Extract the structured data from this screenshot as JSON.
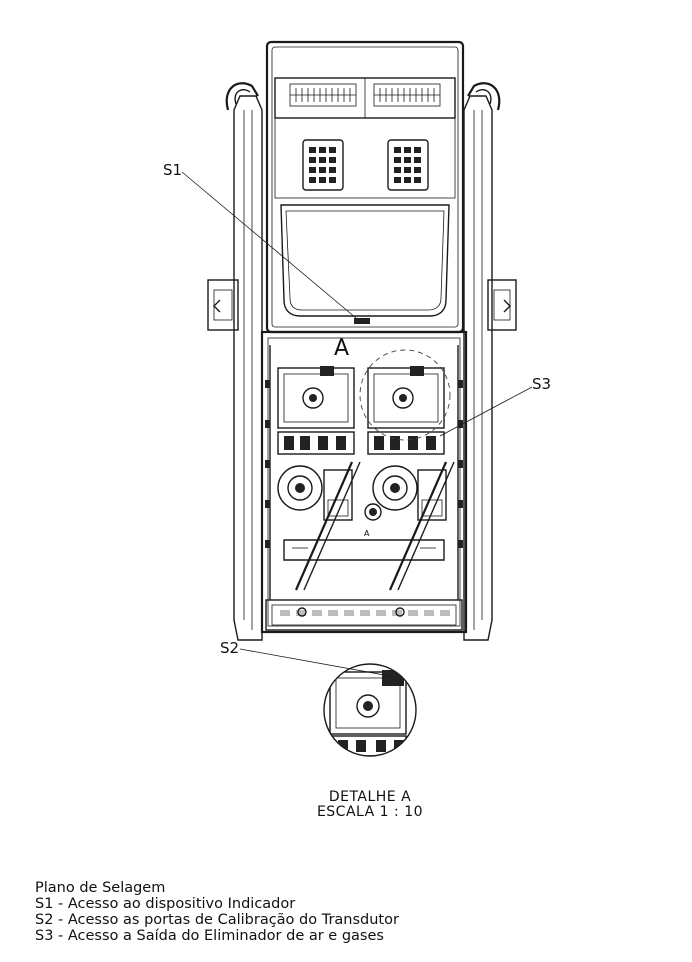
{
  "callouts": {
    "s1": "S1",
    "s2": "S2",
    "s3": "S3",
    "section_a": "A",
    "section_a_small": "A"
  },
  "detail": {
    "title": "DETALHE A",
    "scale": "ESCALA 1 : 10"
  },
  "legend": {
    "title": "Plano de Selagem",
    "items": [
      "S1 - Acesso ao dispositivo Indicador",
      "S2 - Acesso as portas de Calibração do Transdutor",
      "S3 - Acesso a Saída do Eliminador de ar e gases"
    ]
  }
}
